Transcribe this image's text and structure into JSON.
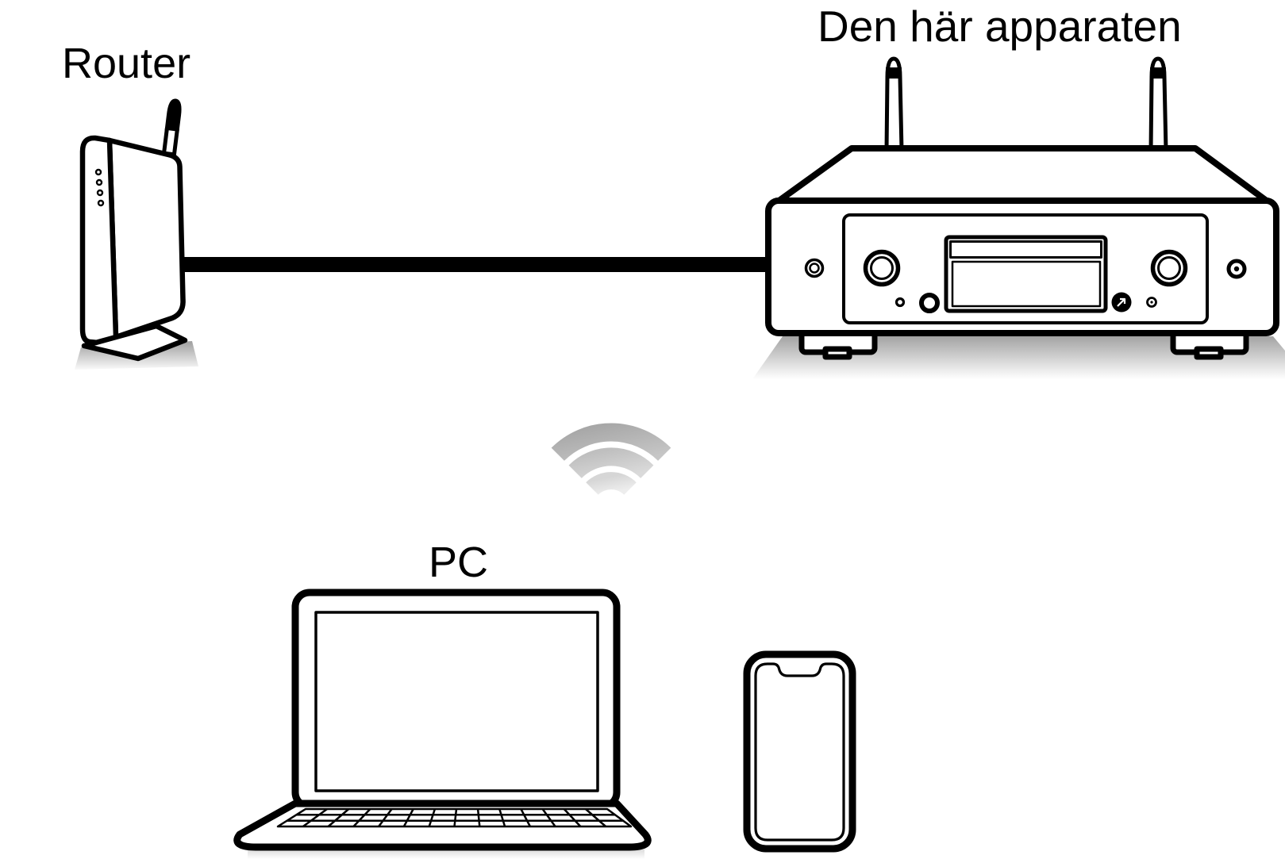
{
  "diagram": {
    "title_none": "",
    "type": "network-connection-diagram",
    "labels": {
      "router": "Router",
      "unit": "Den här apparaten",
      "pc": "PC"
    },
    "devices": [
      {
        "id": "router",
        "label": "Router",
        "kind": "wireless-router"
      },
      {
        "id": "unit",
        "label": "Den här apparaten",
        "kind": "network-audio-player-with-two-antennas"
      },
      {
        "id": "pc",
        "label": "PC",
        "kind": "laptop"
      },
      {
        "id": "smartphone",
        "label": "",
        "kind": "smartphone"
      }
    ],
    "connections": [
      {
        "from": "router",
        "to": "unit",
        "type": "wired-cable"
      },
      {
        "from": "pc",
        "to": "unit",
        "type": "wireless-wifi"
      },
      {
        "from": "smartphone",
        "to": "unit",
        "type": "wireless-wifi"
      }
    ],
    "colors": {
      "outline": "#000000",
      "background": "#ffffff",
      "shadow_dark": "#a3a3a3",
      "shadow_light": "#ffffff",
      "laptop_shadow": "#d9d9d9",
      "wifi_arc_top": "#a6a6a6",
      "wifi_arc_middle": "#bfbfbf",
      "wifi_arc_bottom": "#d6d6d6"
    }
  }
}
